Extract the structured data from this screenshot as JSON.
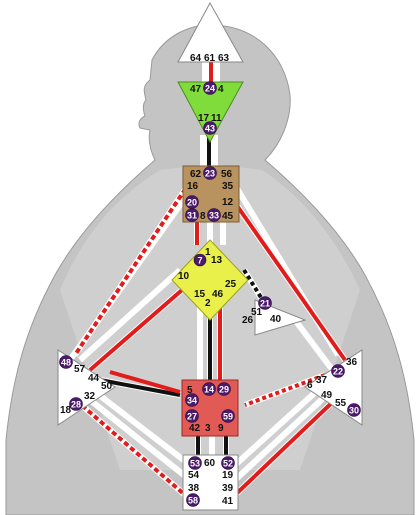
{
  "gates": {
    "g64": "64",
    "g61": "61",
    "g63": "63",
    "g47": "47",
    "g24": "24",
    "g4": "4",
    "g17": "17",
    "g11": "11",
    "g43": "43",
    "g62": "62",
    "g23": "23",
    "g56": "56",
    "g16": "16",
    "g35": "35",
    "g20": "20",
    "g12": "12",
    "g31": "31",
    "g8": "8",
    "g33": "33",
    "g45": "45",
    "g1": "1",
    "g7": "7",
    "g13": "13",
    "g10": "10",
    "g25": "25",
    "g15": "15",
    "g46": "46",
    "g2": "2",
    "g21": "21",
    "g51": "51",
    "g26": "26",
    "g40": "40",
    "g48": "48",
    "g57": "57",
    "g44": "44",
    "g50": "50",
    "g32": "32",
    "g28": "28",
    "g18": "18",
    "g36": "36",
    "g22": "22",
    "g37": "37",
    "g6": "6",
    "g49": "49",
    "g55": "55",
    "g30": "30",
    "g5": "5",
    "g14": "14",
    "g29": "29",
    "g34": "34",
    "g27": "27",
    "g59": "59",
    "g42": "42",
    "g3": "3",
    "g9": "9",
    "g53": "53",
    "g60": "60",
    "g52": "52",
    "g54": "54",
    "g19": "19",
    "g38": "38",
    "g39": "39",
    "g58": "58",
    "g41": "41"
  },
  "colors": {
    "red": "#e21b1b",
    "black": "#111111",
    "head": "#ffffff",
    "ajna": "#7fdc3a",
    "throat": "#b8925f",
    "g_center": "#e9f04a",
    "sacral": "#e25a55",
    "activated_gate": "#4b1a6b",
    "silhouette": "#b9b9b9"
  },
  "icons": {
    "silhouette": "human-head-silhouette-icon"
  }
}
